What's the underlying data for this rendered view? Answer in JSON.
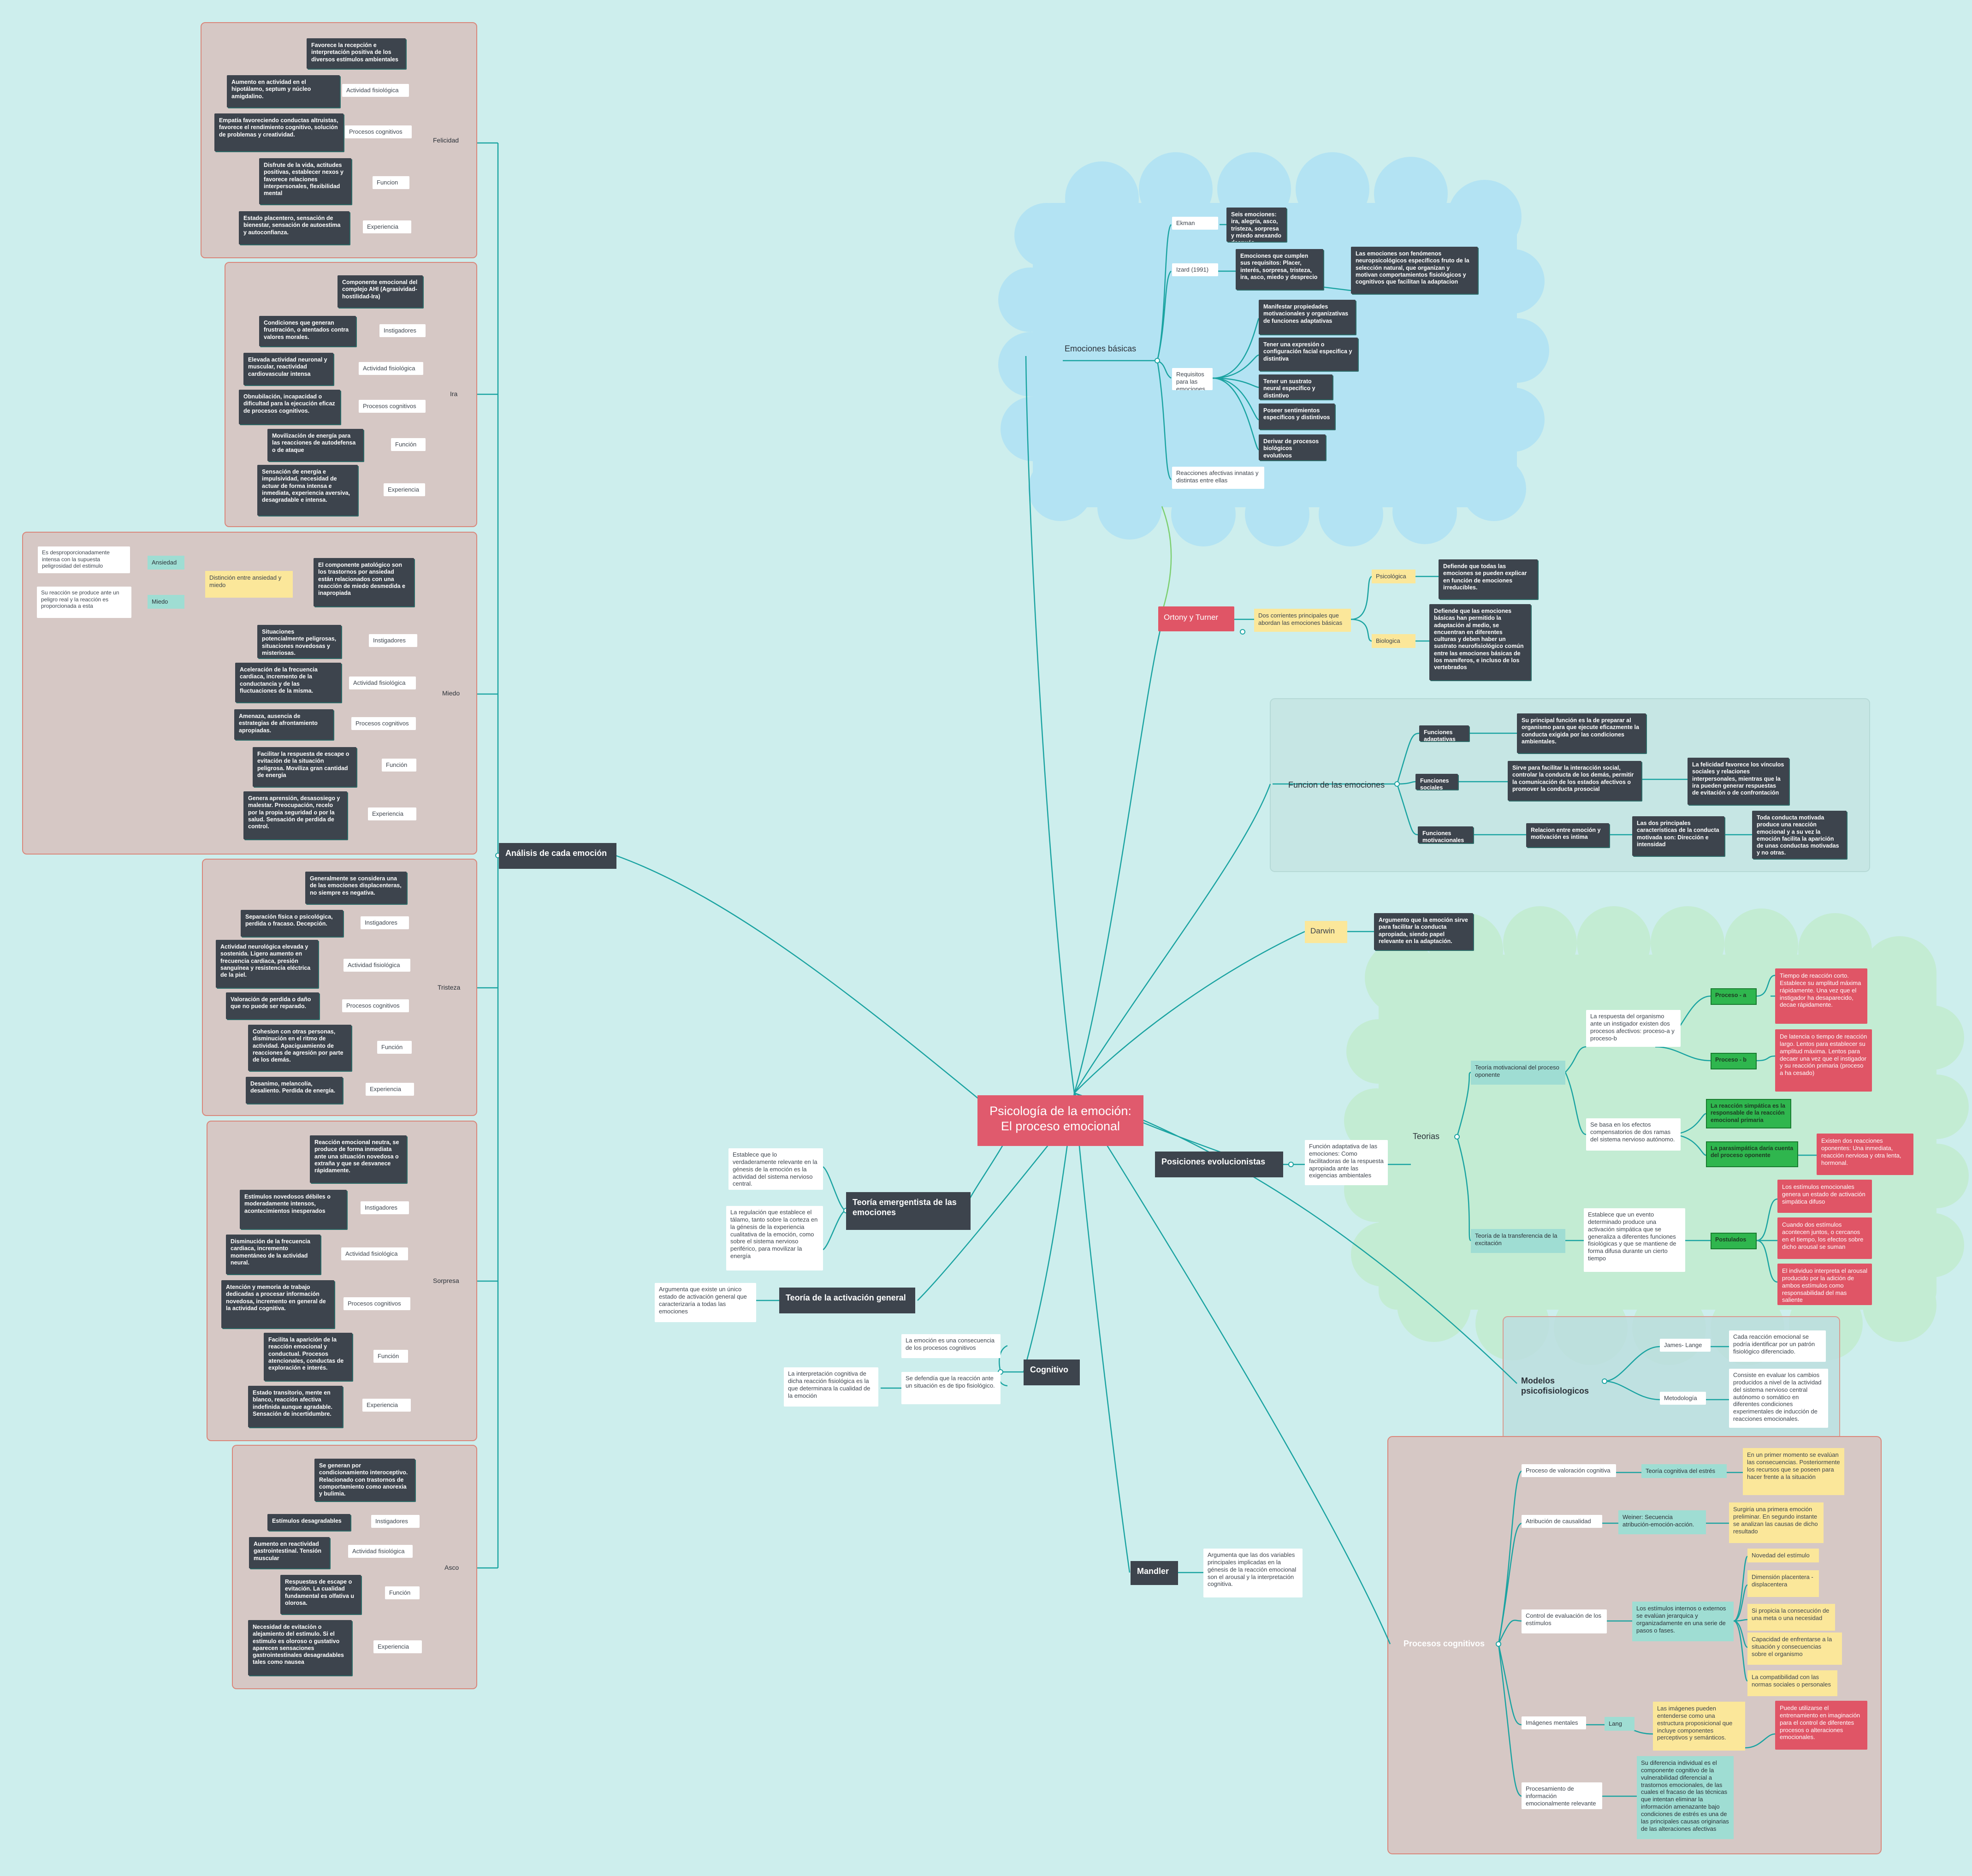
{
  "central": "Psicología de la emoción: El proceso emocional",
  "analisis": {
    "title": "Análisis de cada emoción",
    "felicidad": {
      "label": "Felicidad",
      "desc": "Favorece la recepción e interpretación positiva de los diversos estímulos ambientales",
      "actividad": "Actividad fisiológica",
      "actividad_desc": "Aumento en actividad en el hipotálamo, septum y núcleo amigdalino.",
      "procesos": "Procesos cognitivos",
      "procesos_desc": "Empatía favoreciendo conductas altruistas, favorece el rendimiento cognitivo, solución de problemas y creatividad.",
      "funcion": "Funcion",
      "funcion_desc": "Disfrute de la vida, actitudes positivas, establecer nexos y favorece relaciones interpersonales, flexibilidad mental",
      "experiencia": "Experiencia",
      "experiencia_desc": "Estado placentero, sensación de bienestar, sensación de autoestima y autoconfianza."
    },
    "ira": {
      "label": "Ira",
      "desc": "Componente emocional del complejo AHI (Agrasividad-hostilidad-Ira)",
      "instigadores": "Instigadores",
      "instigadores_desc": "Condiciones que generan frustración, o atentados contra valores morales.",
      "actividad": "Actividad fisiológica",
      "actividad_desc": "Elevada actividad neuronal y muscular, reactividad cardiovascular intensa",
      "procesos": "Procesos cognitivos",
      "procesos_desc": "Obnubilación, incapacidad o dificultad para la ejecución eficaz de procesos cognitivos.",
      "funcion": "Función",
      "funcion_desc": "Movilización de energía para las reacciones de autodefensa o de ataque",
      "experiencia": "Experiencia",
      "experiencia_desc": "Sensación de energía e impulsividad, necesidad de actuar de forma intensa e inmediata, experiencia aversiva, desagradable e intensa."
    },
    "miedo": {
      "label": "Miedo",
      "ansiedad": "Ansiedad",
      "ansiedad_desc": "Es desproporcionadamente intensa con la supuesta peligrosidad del estimulo",
      "miedo_sub": "Miedo",
      "miedo_sub_desc": "Su reacción se produce ante un peligro real y la reacción es proporcionada a esta",
      "distincion": "Distinción entre ansiedad y miedo",
      "desc": "El componente patológico son los trastornos por ansiedad están relacionados con una reacción de miedo desmedida e inapropiada",
      "instigadores": "Instigadores",
      "instigadores_desc": "Situaciones potencialmente peligrosas, situaciones novedosas y misteriosas.",
      "actividad": "Actividad fisiológica",
      "actividad_desc": "Aceleración de la frecuencia cardiaca, incremento de la conductancia y de las fluctuaciones de la misma.",
      "procesos": "Procesos cognitivos",
      "procesos_desc": "Amenaza, ausencia de estrategias de afrontamiento apropiadas.",
      "funcion": "Función",
      "funcion_desc": "Facilitar la respuesta de escape o evitación de la situación peligrosa. Moviliza gran cantidad de energía",
      "experiencia": "Experiencia",
      "experiencia_desc": "Genera aprensión, desasosiego y malestar. Preocupación, recelo por la propia seguridad o por la salud. Sensación de perdida de control."
    },
    "tristeza": {
      "label": "Tristeza",
      "desc": "Generalmente se considera una de las emociones displacenteras, no siempre es negativa.",
      "instigadores": "Instigadores",
      "instigadores_desc": "Separación física o psicológica, perdida o fracaso. Decepción.",
      "actividad": "Actividad fisiológica",
      "actividad_desc": "Actividad neurológica elevada y sostenida. Ligero aumento en frecuencia cardiaca, presión sanguínea y resistencia eléctrica de la piel.",
      "procesos": "Procesos cognitivos",
      "procesos_desc": "Valoración de perdida o daño que no puede ser reparado.",
      "funcion": "Función",
      "funcion_desc": "Cohesion con otras personas, disminución en el ritmo de actividad. Apaciguamiento de reacciones de agresión por parte de los demás.",
      "experiencia": "Experiencia",
      "experiencia_desc": "Desanimo, melancolía, desaliento. Perdida de energía."
    },
    "sorpresa": {
      "label": "Sorpresa",
      "desc": "Reacción emocional neutra, se produce de forma inmediata ante una situación novedosa o extraña y que se desvanece rápidamente.",
      "instigadores": "Instigadores",
      "instigadores_desc": "Estímulos novedosos débiles o moderadamente intensos, acontecimientos inesperados",
      "actividad": "Actividad fisiológica",
      "actividad_desc": "Disminución de la frecuencia cardiaca, incremento momentáneo de la actividad neural.",
      "procesos": "Procesos cognitivos",
      "procesos_desc": "Atención y memoria de trabajo dedicadas a procesar información novedosa, incremento en general de la actividad cognitiva.",
      "funcion": "Función",
      "funcion_desc": "Facilita la aparición de la reacción emocional y conductual. Procesos atencionales, conductas de exploración e interés.",
      "experiencia": "Experiencia",
      "experiencia_desc": "Estado transitorio, mente en blanco, reacción afectiva indefinida aunque agradable. Sensación de incertidumbre."
    },
    "asco": {
      "label": "Asco",
      "desc": "Se generan por condicionamiento interoceptivo. Relacionado con trastornos de comportamiento como anorexia y bulimia.",
      "instigadores": "Instigadores",
      "instigadores_desc": "Estímulos desagradables",
      "actividad": "Actividad fisiológica",
      "actividad_desc": "Aumento en reactividad gastrointestinal. Tensión muscular",
      "funcion": "Función",
      "funcion_desc": "Respuestas de escape o evitación. La cualidad fundamental es olfativa u olorosa.",
      "experiencia": "Experiencia",
      "experiencia_desc": "Necesidad de evitación o alejamiento del estimulo. Si el estimulo es oloroso o gustativo aparecen sensaciones gastrointestinales desagradables tales como nausea"
    }
  },
  "basicas": {
    "title": "Emociones básicas",
    "ekman": "Ekman",
    "ekman_desc": "Seis emociones: ira, alegría, asco, tristeza, sorpresa y miedo anexando después desprecio",
    "izard": "Izard (1991)",
    "izard_desc": "Emociones que cumplen sus requisitos: Placer, interés, sorpresa, tristeza, ira, asco, miedo y desprecio",
    "izard_desc2": "Las emociones son fenómenos neuropsicológicos específicos fruto de la selección natural, que organizan y motivan comportamientos fisiológicos y cognitivos que facilitan la adaptacion",
    "requisitos": "Requisitos para las emociones básicas",
    "req": [
      "Manifestar propiedades motivacionales y organizativas de funciones adaptativas",
      "Tener una expresión o configuración facial especifica y distintiva",
      "Tener un sustrato neural especifico y distintivo",
      "Poseer sentimientos específicos y distintivos",
      "Derivar de procesos biológicos evolutivos"
    ],
    "reacciones": "Reacciones afectivas innatas y distintas entre ellas"
  },
  "ortony": {
    "title": "Ortony y Turner",
    "desc": "Dos corrientes principales que abordan las emociones básicas",
    "psicologica": "Psicológica",
    "psicologica_desc": "Defiende que todas las emociones se pueden explicar en función de emociones irreducibles.",
    "biologica": "Biologica",
    "biologica_desc": "Defiende que las emociones básicas han permitido la adaptación al medio, se encuentran en diferentes culturas y deben haber un sustrato neurofisiológico común entre las emociones básicas de los mamíferos, e incluso de los vertebrados"
  },
  "funcion": {
    "title": "Funcion de las emociones",
    "adaptativas": "Funciones adaptativas",
    "adaptativas_desc": "Su principal función es la de preparar al organismo para que ejecute eficazmente la conducta exigida por las condiciones ambientales.",
    "sociales": "Funciones sociales",
    "sociales_desc": "Sirve para facilitar la interacción social, controlar la conducta de los demás, permitir la comunicación de los estados afectivos o promover la conducta prosocial",
    "sociales_desc2": "La felicidad favorece los vínculos sociales y relaciones interpersonales, mientras que la ira pueden generar respuestas de evitación o de confrontación",
    "motivacionales": "Funciones motivacionales",
    "motiv_rel": "Relacion entre emoción y motivación es intima",
    "motiv_car": "Las dos principales características de la conducta motivada son: Dirección e intensidad",
    "motiv_desc": "Toda conducta motivada produce una reacción emocional y a su vez la emoción facilita la aparición de unas conductas motivadas y no otras."
  },
  "darwin": {
    "title": "Darwin",
    "desc": "Argumento que la emoción sirve para facilitar la conducta apropiada, siendo papel relevante en la adaptación."
  },
  "posiciones": {
    "title": "Posiciones evolucionistas",
    "desc": "Función adaptativa de las emociones: Como facilitadoras de la respuesta apropiada ante las exigencias ambientales",
    "teorias": "Teorias",
    "oponente": "Teoría motivacional del proceso oponente",
    "oponente_desc1": "La respuesta del organismo ante un instigador existen dos procesos afectivos: proceso-a y proceso-b",
    "proceso_a": "Proceso - a",
    "proceso_a_desc": "Tiempo de reacción corto. Establece su amplitud máxima rápidamente. Una vez que el instigador ha desaparecido, decae rápidamente.",
    "proceso_b": "Proceso - b",
    "proceso_b_desc": "De latencia o tiempo de reacción largo. Lentos para establecer su amplitud máxima. Lentos para decaer una vez que el instigador y su reacción primaria (proceso a ha cesado)",
    "oponente_desc2": "Se basa en los efectos compensatorios de dos ramas del sistema nervioso autónomo.",
    "simpatica": "La reacción simpática es la responsable de la reacción emocional primaria",
    "parasimpatica": "La parasimpática daría cuenta del proceso oponente",
    "parasimpatica_desc": "Existen dos reacciones oponentes: Una inmediata, reacción nerviosa y otra lenta, hormonal.",
    "transferencia": "Teoría de la transferencia de la excitación",
    "transferencia_desc": "Establece que un evento determinado produce una activación simpática que se generaliza a diferentes funciones fisiológicas y que se mantiene de forma difusa durante un cierto tiempo",
    "postulados": "Postulados",
    "post": [
      "Los estímulos emocionales genera un estado de activación simpática difuso",
      "Cuando dos estímulos acontecen juntos, o cercanos en el tiempo, los efectos sobre dicho arousal se suman",
      "El individuo interpreta el arousal producido por la adición de ambos estímulos como responsabilidad del mas saliente"
    ]
  },
  "modelos": {
    "title": "Modelos psicofisiologicos",
    "james": "James- Lange",
    "james_desc": "Cada reacción emocional se podría identificar por un patrón fisiológico diferenciado.",
    "metodologia": "Metodología",
    "metodologia_desc": "Consiste en evaluar los cambios producidos a nivel de la actividad del sistema nervioso central autónomo o somático en diferentes condiciones experimentales de inducción de reacciones emocionales."
  },
  "procesos": {
    "title": "Procesos cognitivos",
    "valoracion": "Proceso de valoración cognitiva",
    "valoracion_teoria": "Teoría cognitiva del estrés",
    "valoracion_desc": "En un primer momento se evalúan las consecuencias. Posteriormente los recursos que se poseen para hacer frente a la situación",
    "atribucion": "Atribución de causalidad",
    "atribucion_weiner": "Weiner: Secuencia atribución-emoción-acción.",
    "atribucion_desc": "Surgiría una primera emoción preliminar. En segundo instante se analizan las causas de dicho resultado",
    "control": "Control de evaluación de los estímulos",
    "control_desc": "Los estímulos internos o externos se evalúan jerarquica y organizadamente en una serie de pasos o fases.",
    "control_items": [
      "Novedad del estímulo",
      "Dimensión placentera - displacentera",
      "Si propicia la consecución de una meta o una necesidad",
      "Capacidad de enfrentarse a la situación y consecuencias sobre el organismo",
      "La compatibilidad con las normas sociales o personales"
    ],
    "imagenes": "Imágenes mentales",
    "lang": "Lang",
    "lang_desc": "Las imágenes pueden entenderse como una estructura proposicional que incluye componentes perceptivos y semánticos.",
    "lang_desc2": "Puede utilizarse el entrenamiento en imaginación para el control de diferentes procesos o alteraciones emocionales.",
    "procesamiento": "Procesamiento de información emocionalmente relevante",
    "procesamiento_desc": "Su diferencia individual es el componente cognitivo de la vulnerabilidad diferencial a trastornos emocionales, de las cuales el fracaso de las técnicas que intentan eliminar la información amenazante bajo condiciones de estrés es una de las principales causas originarias de las alteraciones afectivas"
  },
  "mandler": {
    "title": "Mandler",
    "desc": "Argumenta que las dos variables principales implicadas en la génesis de la reacción emocional son el arousal y la interpretación cognitiva."
  },
  "cognitivo": {
    "title": "Cognitivo",
    "desc1": "La emoción es una consecuencia de los procesos cognitivos",
    "desc2": "Se defendía que la reacción ante un situación es de tipo fisiológico.",
    "desc3": "La interpretación cognitiva de dicha reacción fisiológica es la que determinara la cualidad de la emoción"
  },
  "activacion": {
    "title": "Teoría de la activación general",
    "desc": "Argumenta que existe un único estado de activación general que caracterizaría a todas las emociones"
  },
  "emergentista": {
    "title": "Teoría emergentista de las emociones",
    "desc1": "Establece que lo verdaderamente relevante en la génesis de la emoción es la actividad del sistema nervioso central.",
    "desc2": "La regulación que establece el tálamo, tanto sobre la corteza en la génesis de la experiencia cualitativa de la emoción, como sobre el sistema nervioso periférico, para movilizar la energía"
  },
  "colors": {
    "background": "#cdeeed",
    "line": "#1aa3a1",
    "dark": "#3d444d",
    "central": "#e05a6d",
    "pink": "#e05566",
    "yellow": "#fbe79a",
    "cloud_blue": "#b3e3f3",
    "cloud_green": "#c3ecd3",
    "section": "#d6c8c5"
  }
}
